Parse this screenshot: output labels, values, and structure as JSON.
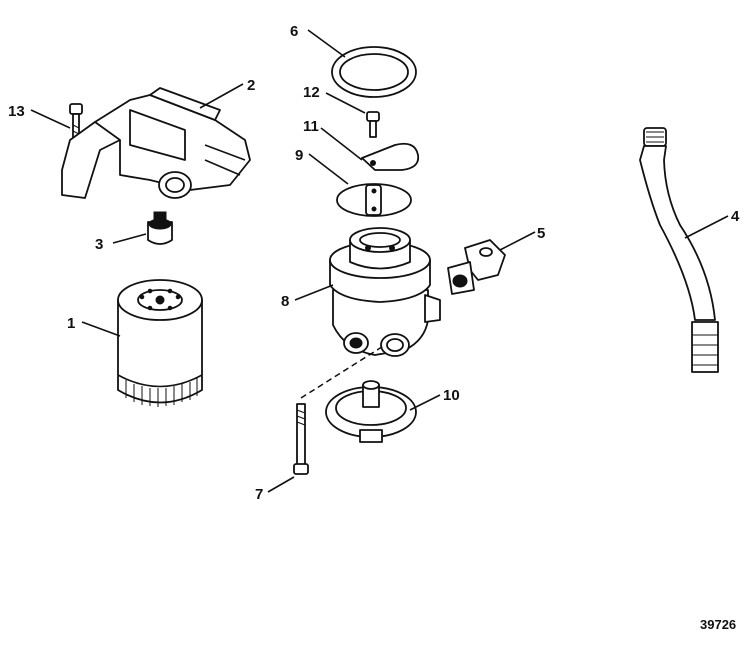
{
  "labels": {
    "l1": "1",
    "l2": "2",
    "l3": "3",
    "l4": "4",
    "l5": "5",
    "l6": "6",
    "l7": "7",
    "l8": "8",
    "l9": "9",
    "l10": "10",
    "l11": "11",
    "l12": "12",
    "l13": "13"
  },
  "figure_number": "39726"
}
